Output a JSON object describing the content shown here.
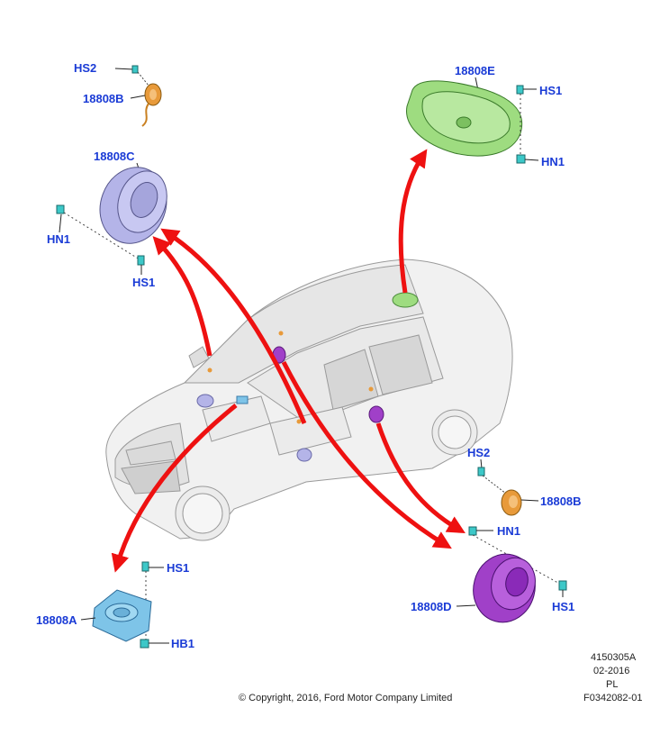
{
  "callouts": {
    "b_top": {
      "hs": "HS2",
      "part": "18808B"
    },
    "c_speaker": {
      "part": "18808C",
      "hn": "HN1",
      "hs": "HS1"
    },
    "e_speaker": {
      "part": "18808E",
      "hs": "HS1",
      "hn": "HN1"
    },
    "b_right": {
      "hs": "HS2",
      "part": "18808B"
    },
    "d_speaker": {
      "hn": "HN1",
      "part": "18808D",
      "hs": "HS1"
    },
    "a_speaker": {
      "hs": "HS1",
      "part": "18808A",
      "hb": "HB1"
    }
  },
  "footer": {
    "copyright": "© Copyright, 2016, Ford Motor Company Limited",
    "ref1": "4150305A",
    "date": "02-2016",
    "lang": "PL",
    "ref2": "F0342082-01"
  },
  "colors": {
    "label": "#1a3bd6",
    "arrow": "#ee1111",
    "fastener": "#3cc8c8",
    "part_c": "#b4b4e8",
    "part_e": "#9edc80",
    "part_b": "#e89a3a",
    "part_d": "#a040c8",
    "part_a": "#7ec4e8"
  }
}
